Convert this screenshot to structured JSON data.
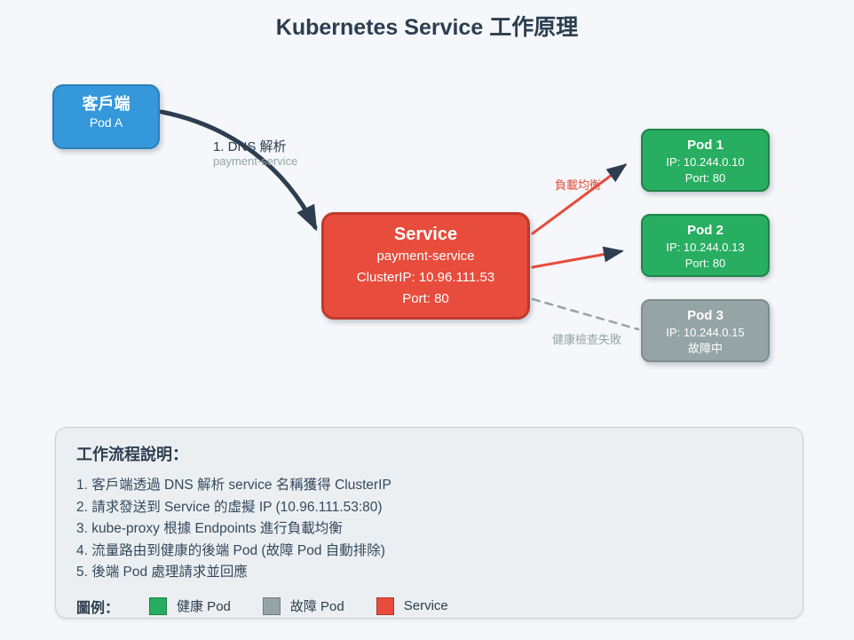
{
  "title": "Kubernetes Service 工作原理",
  "diagram": {
    "client": {
      "title": "客戶端",
      "subtitle": "Pod A"
    },
    "service": {
      "title": "Service",
      "name": "payment-service",
      "cluster_ip": "ClusterIP: 10.96.111.53",
      "port": "Port: 80"
    },
    "pods": [
      {
        "title": "Pod 1",
        "ip": "IP: 10.244.0.10",
        "detail": "Port: 80",
        "status": "healthy"
      },
      {
        "title": "Pod 2",
        "ip": "IP: 10.244.0.13",
        "detail": "Port: 80",
        "status": "healthy"
      },
      {
        "title": "Pod 3",
        "ip": "IP: 10.244.0.15",
        "detail": "故障中",
        "status": "failed"
      }
    ],
    "edge_labels": {
      "dns": "1. DNS 解析",
      "dns_sub": "payment-service",
      "load_balance": "負載均衡",
      "health_fail": "健康檢查失敗"
    }
  },
  "panel": {
    "heading": "工作流程說明：",
    "steps": [
      "1. 客戶端透過 DNS 解析 service 名稱獲得 ClusterIP",
      "2. 請求發送到 Service 的虛擬 IP (10.96.111.53:80)",
      "3. kube-proxy 根據 Endpoints 進行負載均衡",
      "4. 流量路由到健康的後端 Pod (故障 Pod 自動排除)",
      "5. 後端 Pod 處理請求並回應"
    ],
    "legend_label": "圖例：",
    "legend": [
      {
        "label": "健康 Pod",
        "color": "#27ae60"
      },
      {
        "label": "故障 Pod",
        "color": "#95a5a6"
      },
      {
        "label": "Service",
        "color": "#e74c3c"
      }
    ]
  },
  "colors": {
    "background": "#f5f7fa",
    "panel_bg": "#eceff1",
    "client_blue": "#3498db",
    "service_red": "#e74c3c",
    "pod_green": "#27ae60",
    "pod_gray": "#95a5a6",
    "arrow_dark": "#2c3e50",
    "text_dark": "#2c3e50"
  }
}
